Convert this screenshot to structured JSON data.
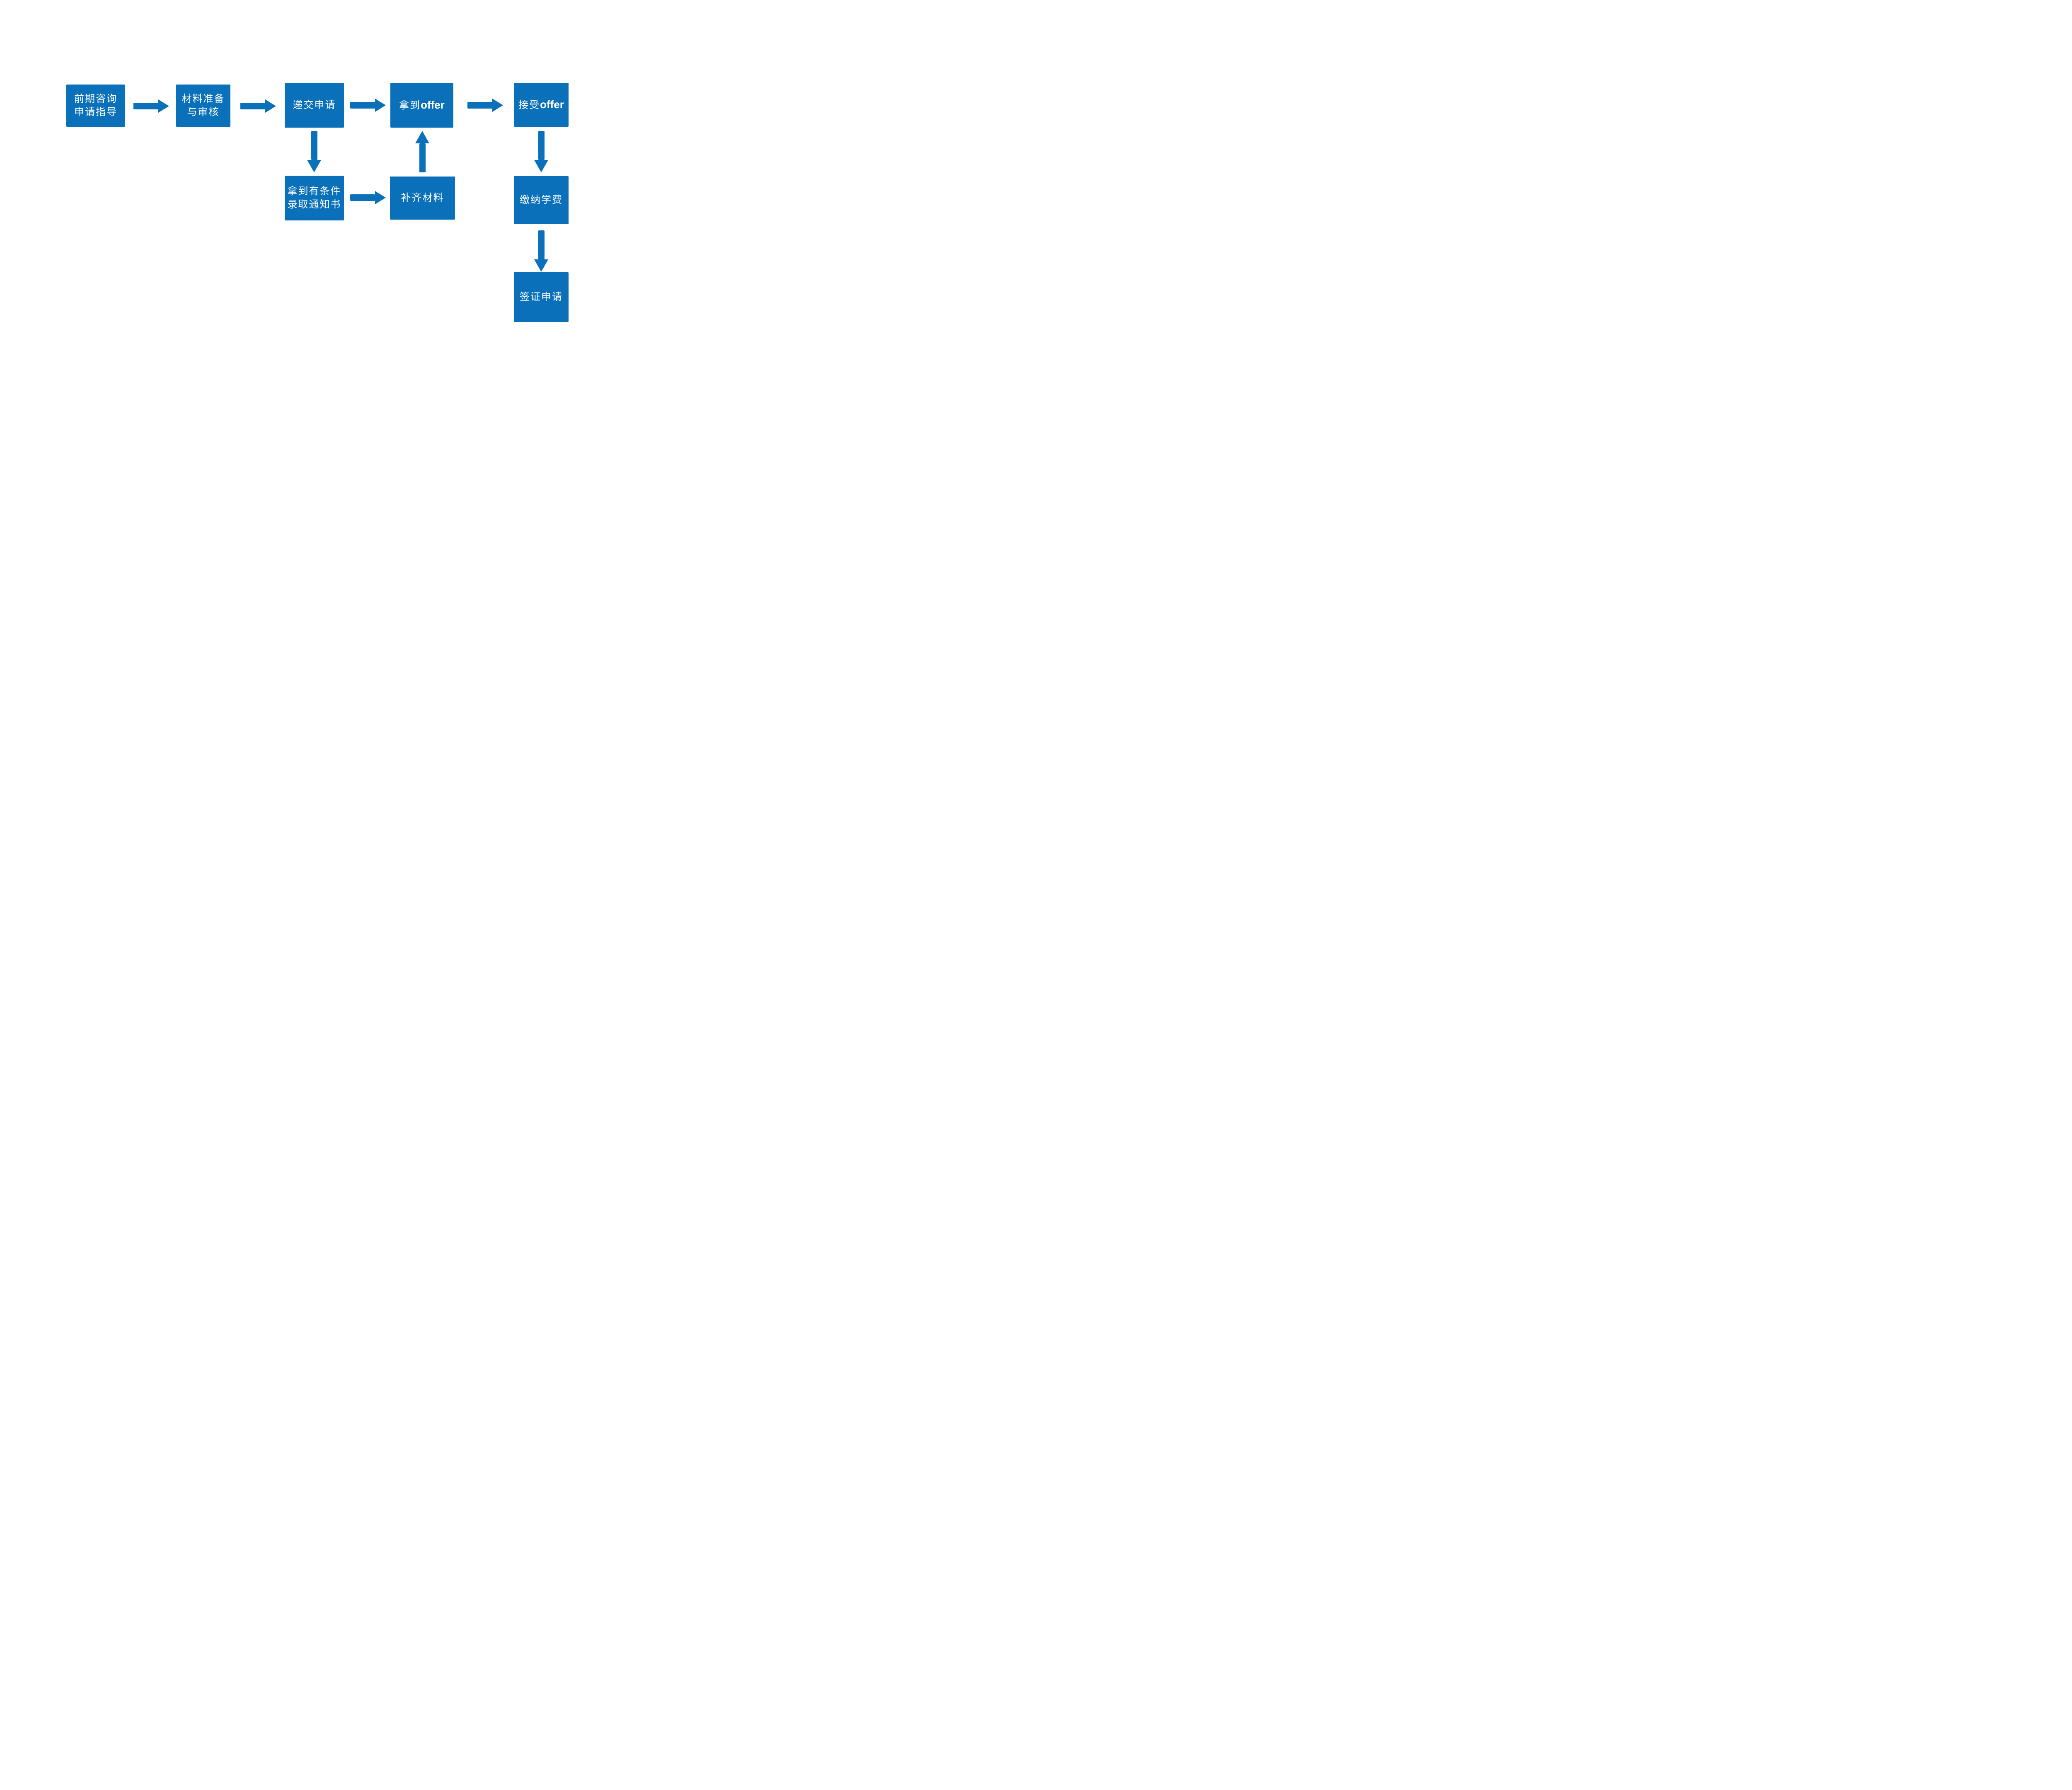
{
  "colors": {
    "node_fill": "#0b70ba",
    "node_text": "#ffffff",
    "background": "#ffffff"
  },
  "flowchart": {
    "nodes": [
      {
        "id": "early-consulting",
        "lines": [
          "前期咨询",
          "申请指导"
        ]
      },
      {
        "id": "materials-review",
        "lines": [
          "材料准备",
          "与审核"
        ]
      },
      {
        "id": "submit-application",
        "lines": [
          "递交申请"
        ]
      },
      {
        "id": "get-offer",
        "lines": [
          "拿到"
        ],
        "latin": "offer"
      },
      {
        "id": "accept-offer",
        "lines": [
          "接受"
        ],
        "latin": "offer"
      },
      {
        "id": "conditional-admission",
        "lines": [
          "拿到有条件",
          "录取通知书"
        ]
      },
      {
        "id": "supplement-materials",
        "lines": [
          "补齐材料"
        ]
      },
      {
        "id": "pay-tuition",
        "lines": [
          "缴纳学费"
        ]
      },
      {
        "id": "visa-application",
        "lines": [
          "签证申请"
        ]
      }
    ],
    "edges": [
      {
        "from": "early-consulting",
        "to": "materials-review"
      },
      {
        "from": "materials-review",
        "to": "submit-application"
      },
      {
        "from": "submit-application",
        "to": "get-offer"
      },
      {
        "from": "get-offer",
        "to": "accept-offer"
      },
      {
        "from": "submit-application",
        "to": "conditional-admission"
      },
      {
        "from": "conditional-admission",
        "to": "supplement-materials"
      },
      {
        "from": "supplement-materials",
        "to": "get-offer"
      },
      {
        "from": "accept-offer",
        "to": "pay-tuition"
      },
      {
        "from": "pay-tuition",
        "to": "visa-application"
      }
    ]
  }
}
